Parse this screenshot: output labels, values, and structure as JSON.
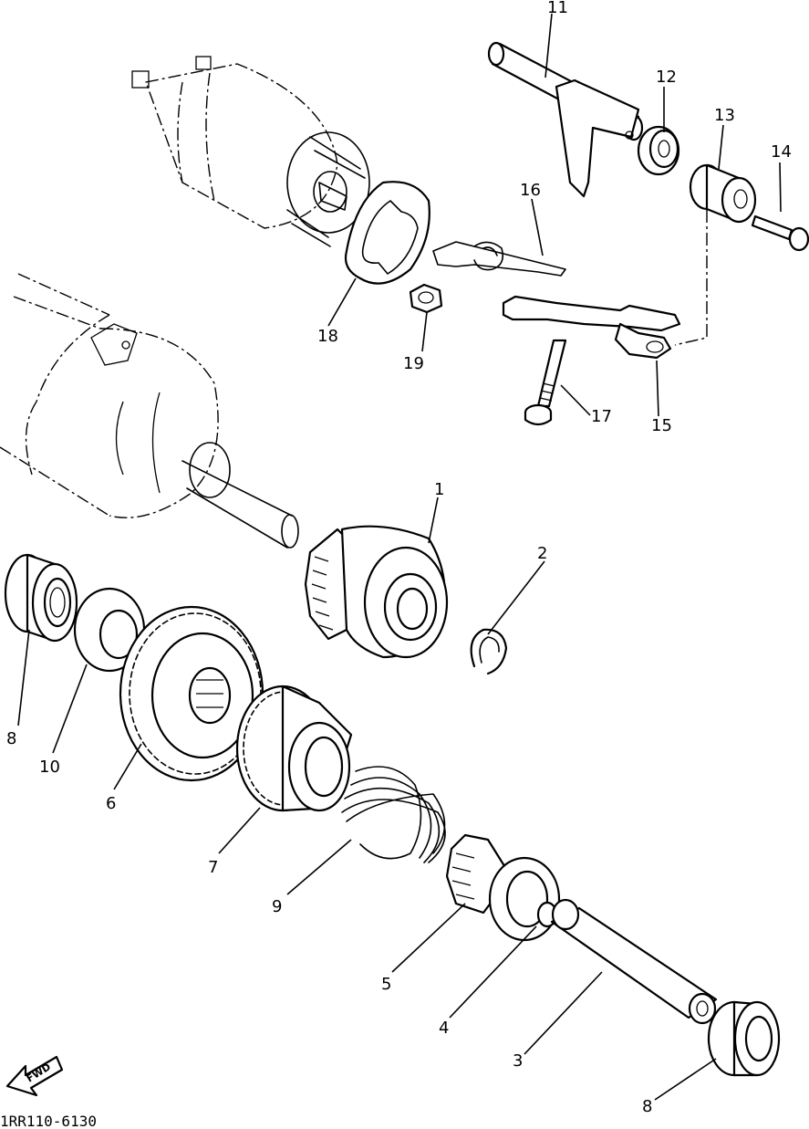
{
  "diagram": {
    "doc_code": "1RR110-6130",
    "forward_arrow_label": "FWD",
    "callouts": {
      "c1": "1",
      "c2": "2",
      "c3": "3",
      "c4": "4",
      "c5": "5",
      "c6": "6",
      "c7": "7",
      "c8a": "8",
      "c8b": "8",
      "c9": "9",
      "c10": "10",
      "c11": "11",
      "c12": "12",
      "c13": "13",
      "c14": "14",
      "c15": "15",
      "c16": "16",
      "c17": "17",
      "c18": "18",
      "c19": "19"
    }
  }
}
